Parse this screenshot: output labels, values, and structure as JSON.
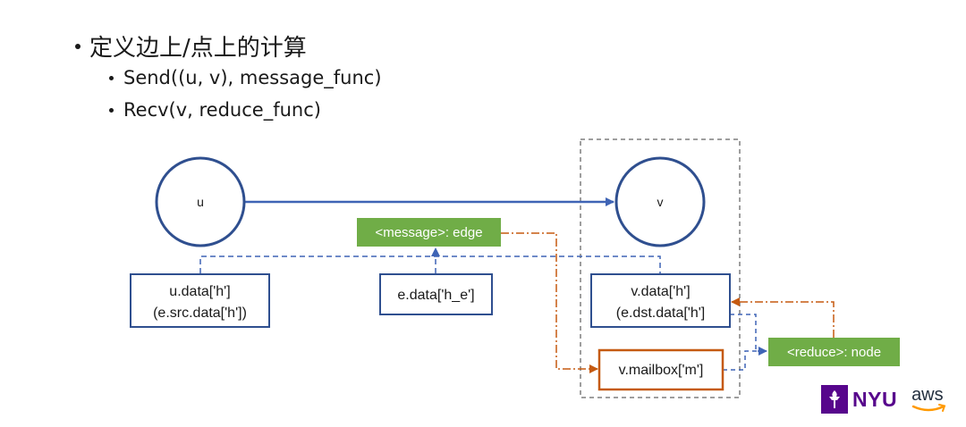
{
  "title": "定义边上/点上的计算",
  "bullets": [
    "Send((u, v), message_func)",
    "Recv(v, reduce_func)"
  ],
  "diagram": {
    "node_u": "u",
    "node_v": "v",
    "u_data_line1": "u.data['h']",
    "u_data_line2": "(e.src.data['h'])",
    "e_data": "e.data['h_e']",
    "v_data_line1": "v.data['h']",
    "v_data_line2": "(e.dst.data['h']",
    "mailbox": "v.mailbox['m']",
    "message_label": "<message>: edge",
    "reduce_label": "<reduce>: node",
    "colors": {
      "blue": "#3f64b5",
      "orange": "#c55a11",
      "green": "#70ad47",
      "dash_gray": "#7f7f7f"
    }
  },
  "logos": {
    "nyu": "NYU",
    "aws": "aws"
  }
}
